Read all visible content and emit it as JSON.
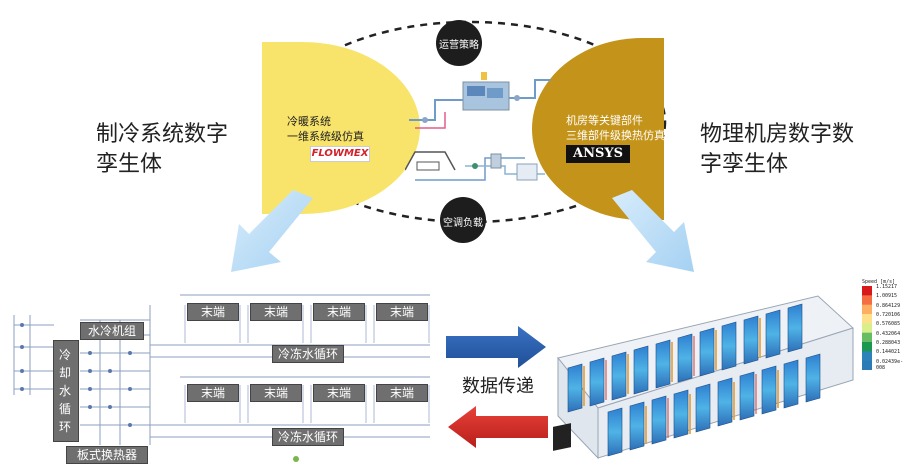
{
  "left_title": "制冷系统数字孪生体",
  "right_title": "物理机房数字数字孪生体",
  "top_circle": "运营策略",
  "bottom_circle": "空调负载",
  "yellow_panel": {
    "line1": "冷暖系统",
    "line2": "一维系统级仿真",
    "logo": "FLOWMEX"
  },
  "gold_panel": {
    "line1": "机房等关键部件",
    "line2": "三维部件级换热仿真",
    "logo": "ANSYS"
  },
  "schematic": {
    "chiller": "水冷机组",
    "cooling_loop": [
      "冷",
      "却",
      "水",
      "循",
      "环"
    ],
    "terminal": "末端",
    "chilled_loop": "冷冻水循环",
    "plate_hx": "板式换热器"
  },
  "transfer_label": "数据传递",
  "legend": {
    "title": "Speed [m/s]",
    "values": [
      "1.15217",
      "1.00915",
      "0.864129",
      "0.720106",
      "0.576085",
      "0.432064",
      "0.288043",
      "0.144021",
      "0.02439e-008"
    ],
    "colors": [
      "#d7191c",
      "#f46d43",
      "#fdae61",
      "#fee08b",
      "#d9ef8b",
      "#66bd63",
      "#1a9850",
      "#2b83ba",
      "#2c7bb6"
    ]
  }
}
